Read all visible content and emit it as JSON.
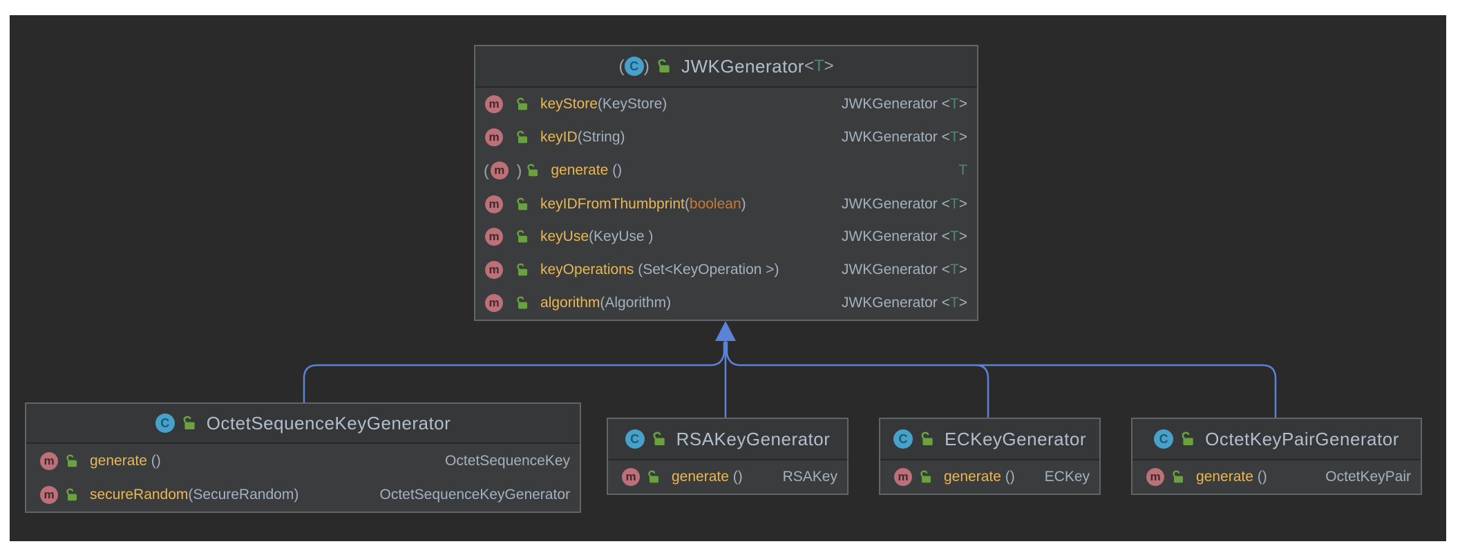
{
  "icons": {
    "class_letter": "C",
    "method_letter": "m"
  },
  "colors": {
    "canvas_bg": "#2a2a2b",
    "box_bg": "#3a3c3d",
    "box_border": "#626567",
    "edge_blue": "#5c83d8",
    "method_gold": "#eab755",
    "keyword_orange": "#cc7832",
    "type_teal": "#4e8577",
    "text_gray": "#a4b2c0",
    "title_gray": "#b2bfcc",
    "lock_green": "#69a23e",
    "class_icon_blue": "#47a1c9",
    "method_icon_rose": "#bc7078"
  },
  "classes": {
    "jwk": {
      "title": "JWKGenerator",
      "gen_open": "<",
      "gen_t": "T",
      "gen_close": ">",
      "icon_paren_open": "(",
      "icon_paren_close": ")",
      "methods": {
        "0": {
          "m_open": "",
          "m_close": "",
          "name": "keyStore",
          "p1": "(KeyStore)",
          "kw": "",
          "p2": "",
          "ret_pre": "JWKGenerator <",
          "ret_t": "T",
          "ret_post": ">"
        },
        "1": {
          "m_open": "",
          "m_close": "",
          "name": "keyID",
          "p1": "(String)",
          "kw": "",
          "p2": "",
          "ret_pre": "JWKGenerator <",
          "ret_t": "T",
          "ret_post": ">"
        },
        "2": {
          "m_open": "(",
          "m_close": ")",
          "name": "generate",
          "p1": " ()",
          "kw": "",
          "p2": "",
          "ret_pre": "",
          "ret_t": "T",
          "ret_post": ""
        },
        "3": {
          "m_open": "",
          "m_close": "",
          "name": "keyIDFromThumbprint",
          "p1": "(",
          "kw": "boolean",
          "p2": ")",
          "ret_pre": "JWKGenerator <",
          "ret_t": "T",
          "ret_post": ">"
        },
        "4": {
          "m_open": "",
          "m_close": "",
          "name": "keyUse",
          "p1": "(KeyUse )",
          "kw": "",
          "p2": "",
          "ret_pre": "JWKGenerator <",
          "ret_t": "T",
          "ret_post": ">"
        },
        "5": {
          "m_open": "",
          "m_close": "",
          "name": "keyOperations",
          "p1": " (Set<KeyOperation >)",
          "kw": "",
          "p2": "",
          "ret_pre": "JWKGenerator <",
          "ret_t": "T",
          "ret_post": ">"
        },
        "6": {
          "m_open": "",
          "m_close": "",
          "name": "algorithm",
          "p1": "(Algorithm)",
          "kw": "",
          "p2": "",
          "ret_pre": "JWKGenerator <",
          "ret_t": "T",
          "ret_post": ">"
        }
      }
    },
    "osk": {
      "title": "OctetSequenceKeyGenerator",
      "gen_open": "",
      "gen_t": "",
      "gen_close": "",
      "icon_paren_open": "",
      "icon_paren_close": "",
      "methods": {
        "0": {
          "m_open": "",
          "m_close": "",
          "name": "generate",
          "p1": " ()",
          "kw": "",
          "p2": "",
          "ret_pre": "OctetSequenceKey",
          "ret_t": "",
          "ret_post": ""
        },
        "1": {
          "m_open": "",
          "m_close": "",
          "name": "secureRandom",
          "p1": "(SecureRandom)",
          "kw": "",
          "p2": "",
          "ret_pre": "OctetSequenceKeyGenerator",
          "ret_t": "",
          "ret_post": ""
        }
      }
    },
    "rsa": {
      "title": "RSAKeyGenerator",
      "gen_open": "",
      "gen_t": "",
      "gen_close": "",
      "icon_paren_open": "",
      "icon_paren_close": "",
      "methods": {
        "0": {
          "m_open": "",
          "m_close": "",
          "name": "generate",
          "p1": " ()",
          "kw": "",
          "p2": "",
          "ret_pre": "RSAKey",
          "ret_t": "",
          "ret_post": ""
        }
      }
    },
    "ec": {
      "title": "ECKeyGenerator",
      "gen_open": "",
      "gen_t": "",
      "gen_close": "",
      "icon_paren_open": "",
      "icon_paren_close": "",
      "methods": {
        "0": {
          "m_open": "",
          "m_close": "",
          "name": "generate",
          "p1": " ()",
          "kw": "",
          "p2": "",
          "ret_pre": "ECKey",
          "ret_t": "",
          "ret_post": ""
        }
      }
    },
    "okp": {
      "title": "OctetKeyPairGenerator",
      "gen_open": "",
      "gen_t": "",
      "gen_close": "",
      "icon_paren_open": "",
      "icon_paren_close": "",
      "methods": {
        "0": {
          "m_open": "",
          "m_close": "",
          "name": "generate",
          "p1": " ()",
          "kw": "",
          "p2": "",
          "ret_pre": "OctetKeyPair",
          "ret_t": "",
          "ret_post": ""
        }
      }
    }
  }
}
